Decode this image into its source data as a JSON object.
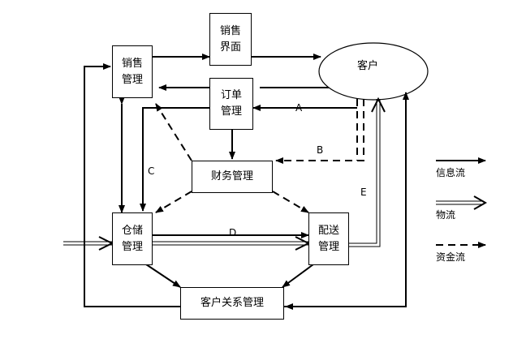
{
  "nodes": {
    "sales_mgmt": [
      "销售",
      "管理"
    ],
    "sales_ui": [
      "销售",
      "界面"
    ],
    "customer": "客户",
    "order_mgmt": [
      "订单",
      "管理"
    ],
    "finance": "财务管理",
    "warehouse": [
      "仓储",
      "管理"
    ],
    "delivery": [
      "配送",
      "管理"
    ],
    "crm": "客户关系管理"
  },
  "edge_labels": {
    "A": "A",
    "B": "B",
    "C": "C",
    "D": "D",
    "E": "E"
  },
  "legend": {
    "info_flow": "信息流",
    "material_flow": "物流",
    "capital_flow": "资金流"
  }
}
